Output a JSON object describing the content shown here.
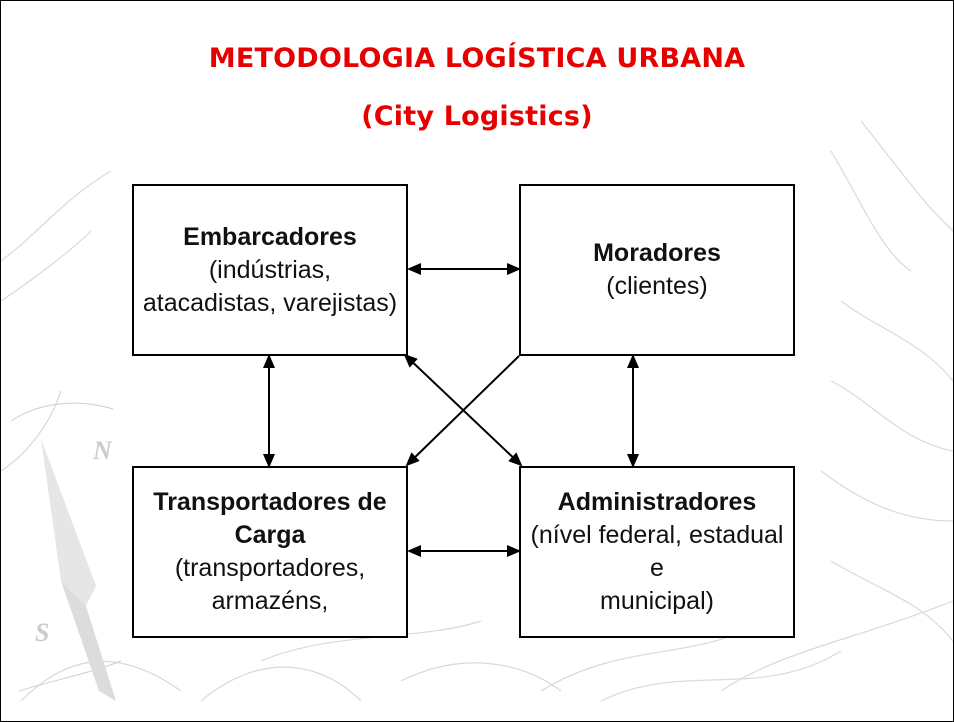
{
  "slide": {
    "title_line1": "METODOLOGIA LOGÍSTICA URBANA",
    "title_line2": "(City Logistics)",
    "title_color": "#e60000"
  },
  "boxes": {
    "embarcadores": {
      "heading": "Embarcadores",
      "line1": "(indústrias,",
      "line2": "atacadistas, varejistas)"
    },
    "moradores": {
      "heading": "Moradores",
      "line1": "(clientes)"
    },
    "transportadores": {
      "heading_line1": "Transportadores de",
      "heading_line2": "Carga",
      "line1": "(transportadores,",
      "line2": "armazéns,"
    },
    "administradores": {
      "heading": "Administradores",
      "line1": "(nível federal, estadual e",
      "line2": "municipal)"
    }
  },
  "connections": [
    {
      "from": "embarcadores",
      "to": "moradores",
      "type": "bidirectional"
    },
    {
      "from": "embarcadores",
      "to": "transportadores",
      "type": "bidirectional"
    },
    {
      "from": "moradores",
      "to": "administradores",
      "type": "bidirectional"
    },
    {
      "from": "transportadores",
      "to": "administradores",
      "type": "bidirectional"
    },
    {
      "from": "embarcadores",
      "to": "administradores",
      "type": "bidirectional"
    },
    {
      "from": "moradores",
      "to": "transportadores",
      "type": "directed"
    }
  ]
}
